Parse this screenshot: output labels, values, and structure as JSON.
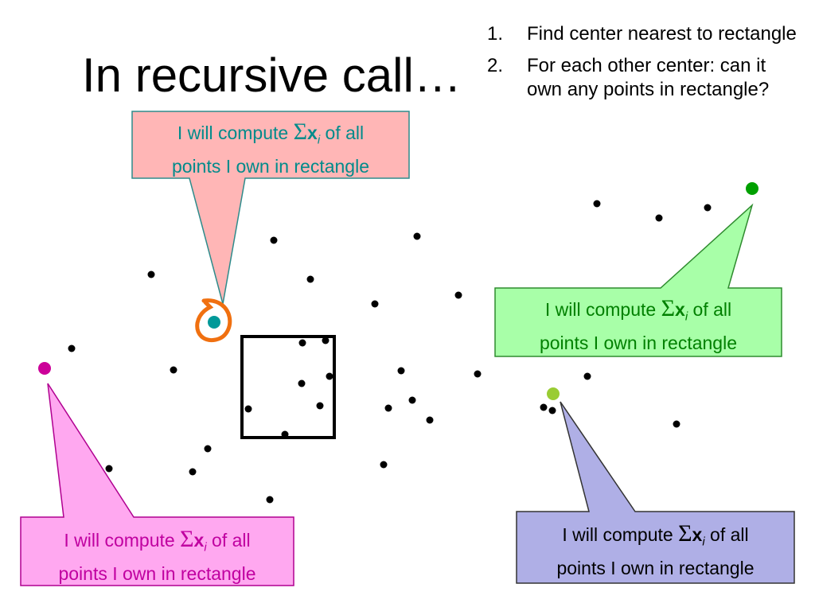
{
  "title": "In recursive call…",
  "steps": [
    {
      "num": "1.",
      "text": "Find center nearest to rectangle"
    },
    {
      "num": "2.",
      "text": "For each other center: can it own any points in rectangle?"
    }
  ],
  "bubble": {
    "prefix": "I will compute ",
    "sigma": "Σ",
    "x": "x",
    "sub": "i",
    "suffix": " of all",
    "line2": "points I own in rectangle"
  },
  "colors": {
    "teal_text": "#008B8B",
    "teal_bubble": "#FFB6B6",
    "teal_center": "#009999",
    "green_text": "#008000",
    "green_bubble": "#A8FFA8",
    "green_center": "#00A000",
    "magenta_text": "#C000A0",
    "magenta_bubble": "#FFA8F0",
    "magenta_center": "#CC0099",
    "blue_text": "#000000",
    "blue_bubble": "#AFAFE6",
    "lime_center": "#99CC33",
    "annotation": "#F07010"
  }
}
